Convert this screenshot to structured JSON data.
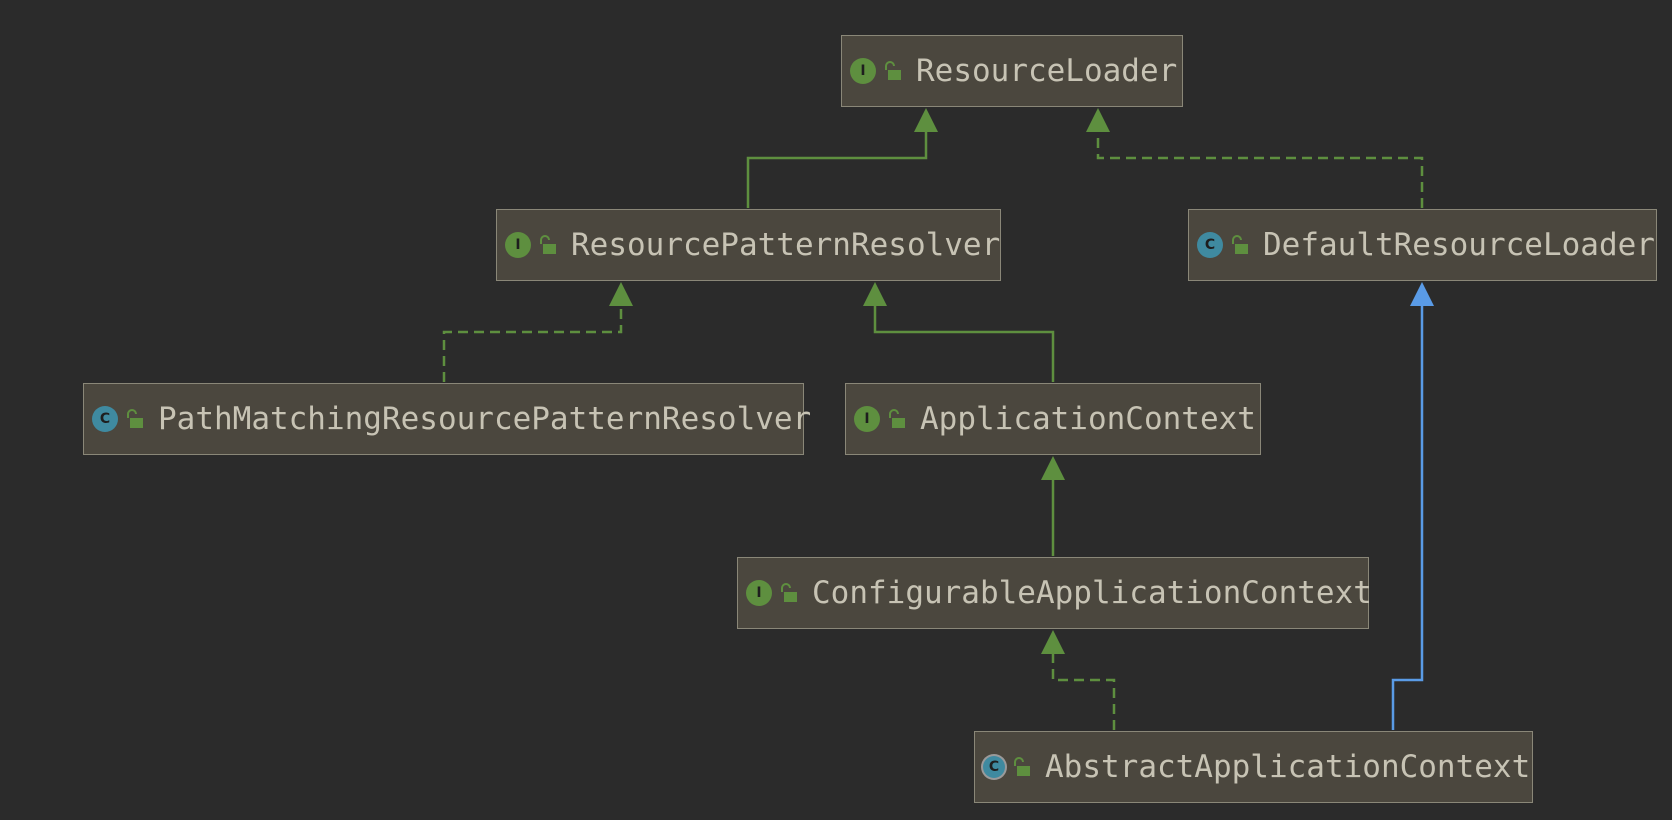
{
  "nodes": [
    {
      "id": "resource-loader",
      "name": "ResourceLoader",
      "kind": "interface",
      "badge": "I"
    },
    {
      "id": "resource-pattern-resolver",
      "name": "ResourcePatternResolver",
      "kind": "interface",
      "badge": "I"
    },
    {
      "id": "default-resource-loader",
      "name": "DefaultResourceLoader",
      "kind": "class",
      "badge": "C"
    },
    {
      "id": "path-matching-resource-pattern-resolver",
      "name": "PathMatchingResourcePatternResolver",
      "kind": "class",
      "badge": "C"
    },
    {
      "id": "application-context",
      "name": "ApplicationContext",
      "kind": "interface",
      "badge": "I"
    },
    {
      "id": "configurable-application-context",
      "name": "ConfigurableApplicationContext",
      "kind": "interface",
      "badge": "I"
    },
    {
      "id": "abstract-application-context",
      "name": "AbstractApplicationContext",
      "kind": "abstract-class",
      "badge": "C"
    }
  ],
  "edges": [
    {
      "from": "resource-pattern-resolver",
      "to": "resource-loader",
      "type": "extends"
    },
    {
      "from": "default-resource-loader",
      "to": "resource-loader",
      "type": "implements"
    },
    {
      "from": "path-matching-resource-pattern-resolver",
      "to": "resource-pattern-resolver",
      "type": "implements"
    },
    {
      "from": "application-context",
      "to": "resource-pattern-resolver",
      "type": "extends"
    },
    {
      "from": "configurable-application-context",
      "to": "application-context",
      "type": "extends"
    },
    {
      "from": "abstract-application-context",
      "to": "configurable-application-context",
      "type": "implements"
    },
    {
      "from": "abstract-application-context",
      "to": "default-resource-loader",
      "type": "extends-class"
    }
  ],
  "colors": {
    "background": "#2b2b2b",
    "node_fill": "#4b473e",
    "node_border": "#8a8778",
    "text": "#c7c3b4",
    "interface_edge": "#5e8f3f",
    "class_edge": "#5a9be6",
    "interface_badge": "#5e8f3f",
    "class_badge": "#3f8aa0"
  }
}
